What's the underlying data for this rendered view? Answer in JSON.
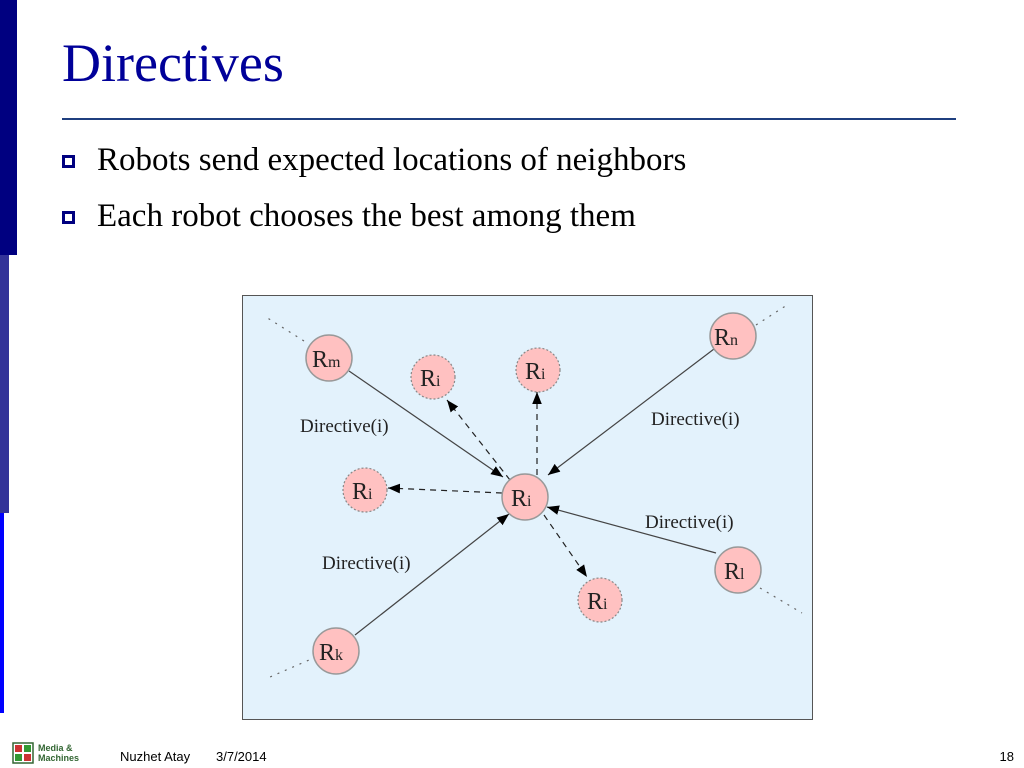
{
  "slide": {
    "title": "Directives",
    "bullets": [
      "Robots send expected locations of neighbors",
      "Each robot chooses the best among them"
    ]
  },
  "diagram": {
    "nodes": [
      {
        "id": "Rm",
        "base": "R",
        "sub": "m",
        "style": "solid"
      },
      {
        "id": "Rn",
        "base": "R",
        "sub": "n",
        "style": "solid"
      },
      {
        "id": "Ri-center",
        "base": "R",
        "sub": "i",
        "style": "solid"
      },
      {
        "id": "Rl",
        "base": "R",
        "sub": "l",
        "style": "solid"
      },
      {
        "id": "Rk",
        "base": "R",
        "sub": "k",
        "style": "solid"
      },
      {
        "id": "Ri-top-left",
        "base": "R",
        "sub": "i",
        "style": "dashed"
      },
      {
        "id": "Ri-top",
        "base": "R",
        "sub": "i",
        "style": "dashed"
      },
      {
        "id": "Ri-left",
        "base": "R",
        "sub": "i",
        "style": "dashed"
      },
      {
        "id": "Ri-bottom-right",
        "base": "R",
        "sub": "i",
        "style": "dashed"
      }
    ],
    "labels": [
      "Directive(i)",
      "Directive(i)",
      "Directive(i)",
      "Directive(i)"
    ],
    "colors": {
      "background": "#e3f2fc",
      "node_fill": "#ffc1c1",
      "node_stroke": "#999999"
    }
  },
  "footer": {
    "logo_line1": "Media &",
    "logo_line2": "Machines",
    "author": "Nuzhet Atay",
    "date": "3/7/2014",
    "page_number": "18"
  }
}
